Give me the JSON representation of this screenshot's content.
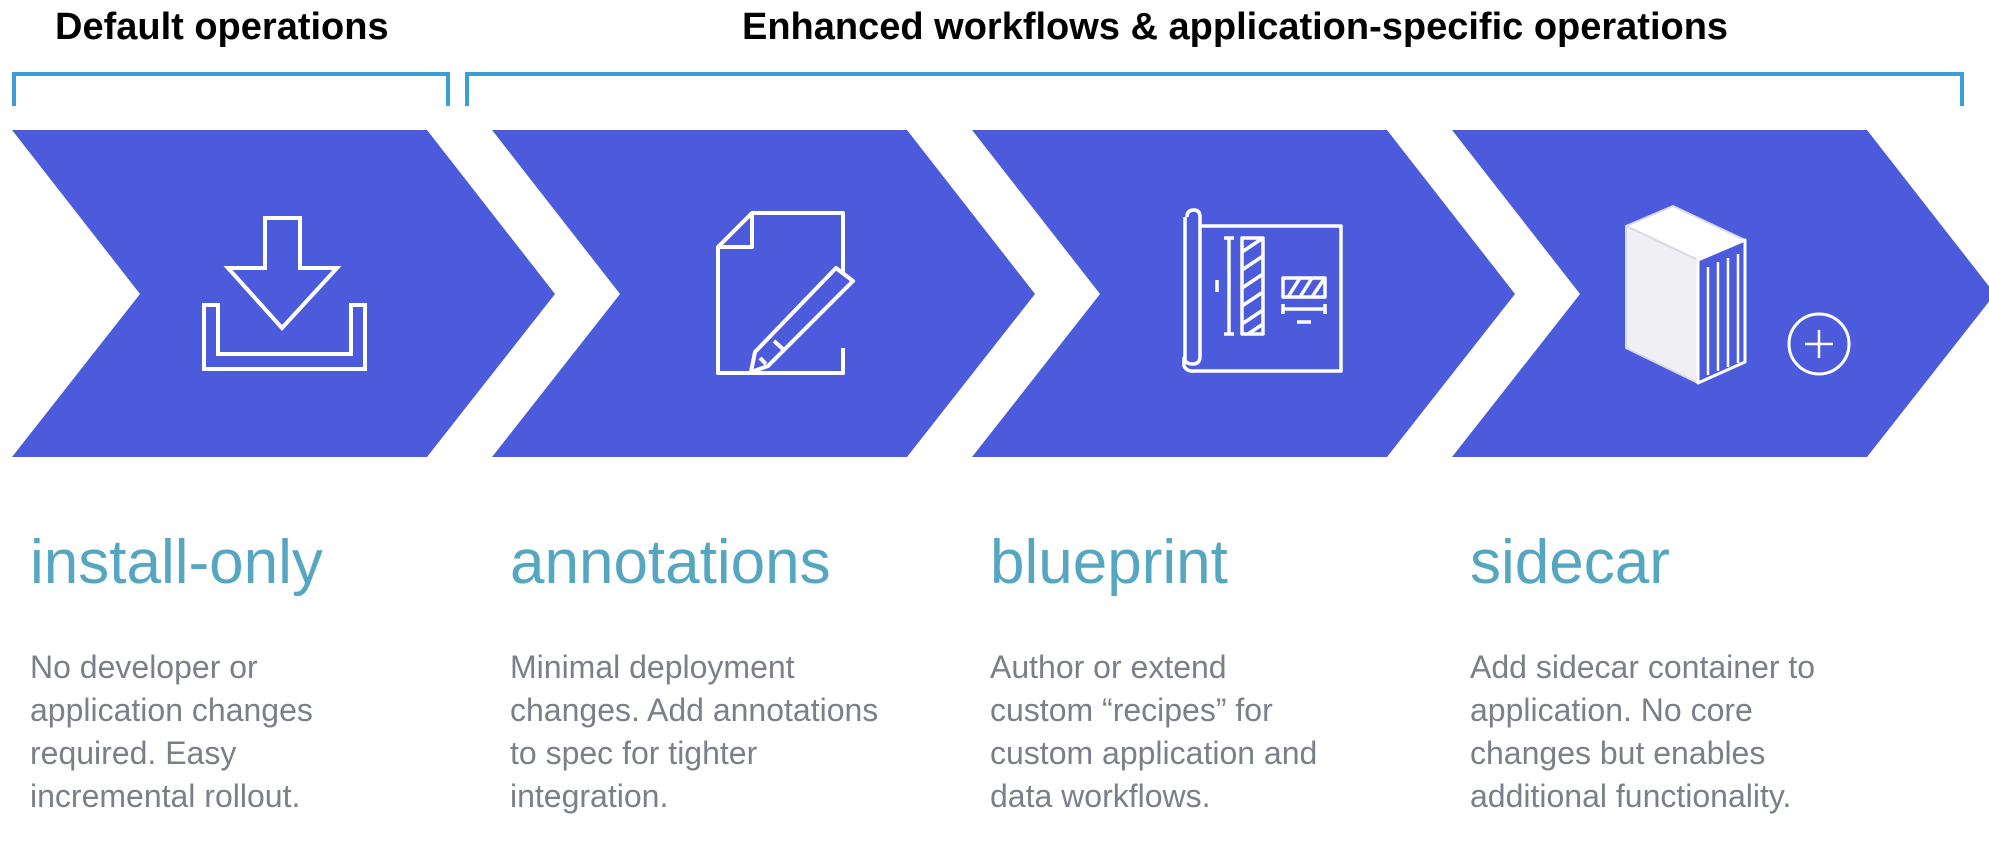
{
  "groups": {
    "default_label": "Default operations",
    "enhanced_label": "Enhanced workflows & application-specific operations"
  },
  "colors": {
    "chevron": "#4b5bdc",
    "bracket": "#3a9fd8",
    "title": "#55a6c1",
    "description": "#7b7f88",
    "icon_stroke": "#ffffff"
  },
  "steps": [
    {
      "icon": "install-download-icon",
      "title": "install-only",
      "description": "No developer or application changes required. Easy incremental rollout."
    },
    {
      "icon": "document-pencil-icon",
      "title": "annotations",
      "description": "Minimal deployment changes. Add annotations to spec for tighter integration."
    },
    {
      "icon": "blueprint-icon",
      "title": "blueprint",
      "description": "Author or extend custom “recipes” for custom application and data workflows."
    },
    {
      "icon": "container-plus-icon",
      "title": "sidecar",
      "description": "Add sidecar container to application. No core changes but enables additional functionality."
    }
  ]
}
